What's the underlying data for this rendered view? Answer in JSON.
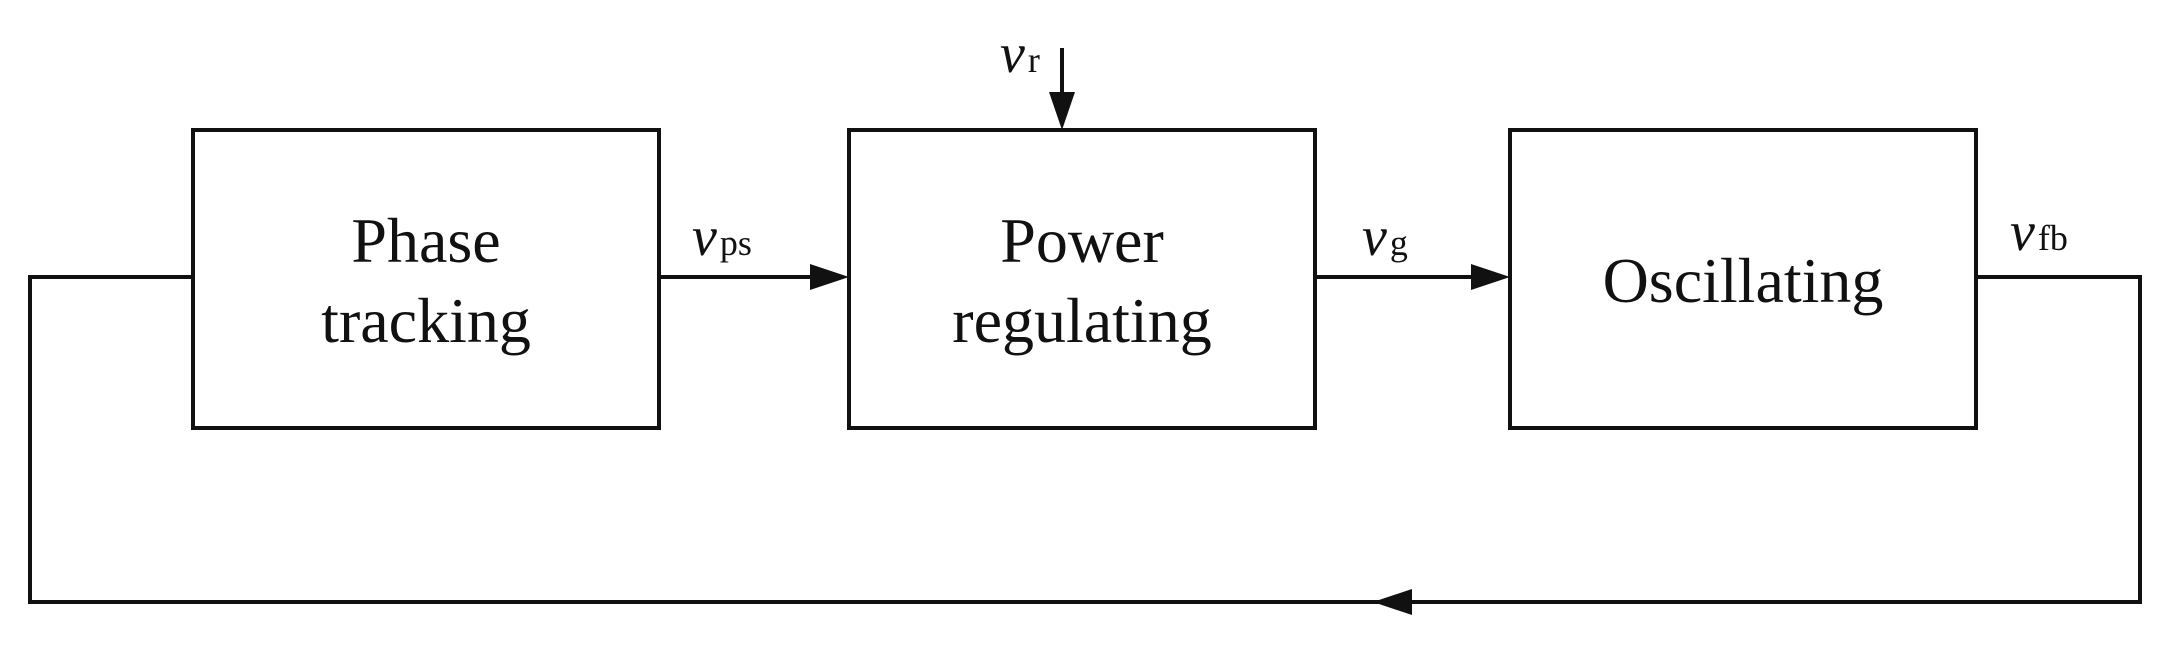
{
  "blocks": {
    "phase_tracking": {
      "line1": "Phase",
      "line2": "tracking"
    },
    "power_regulating": {
      "line1": "Power",
      "line2": "regulating"
    },
    "oscillating": {
      "label": "Oscillating"
    }
  },
  "signals": {
    "reference": {
      "symbol": "v",
      "subscript": "r"
    },
    "phase_shift": {
      "symbol": "v",
      "subscript": "ps"
    },
    "gate": {
      "symbol": "v",
      "subscript": "g"
    },
    "feedback": {
      "symbol": "v",
      "subscript": "fb"
    }
  }
}
